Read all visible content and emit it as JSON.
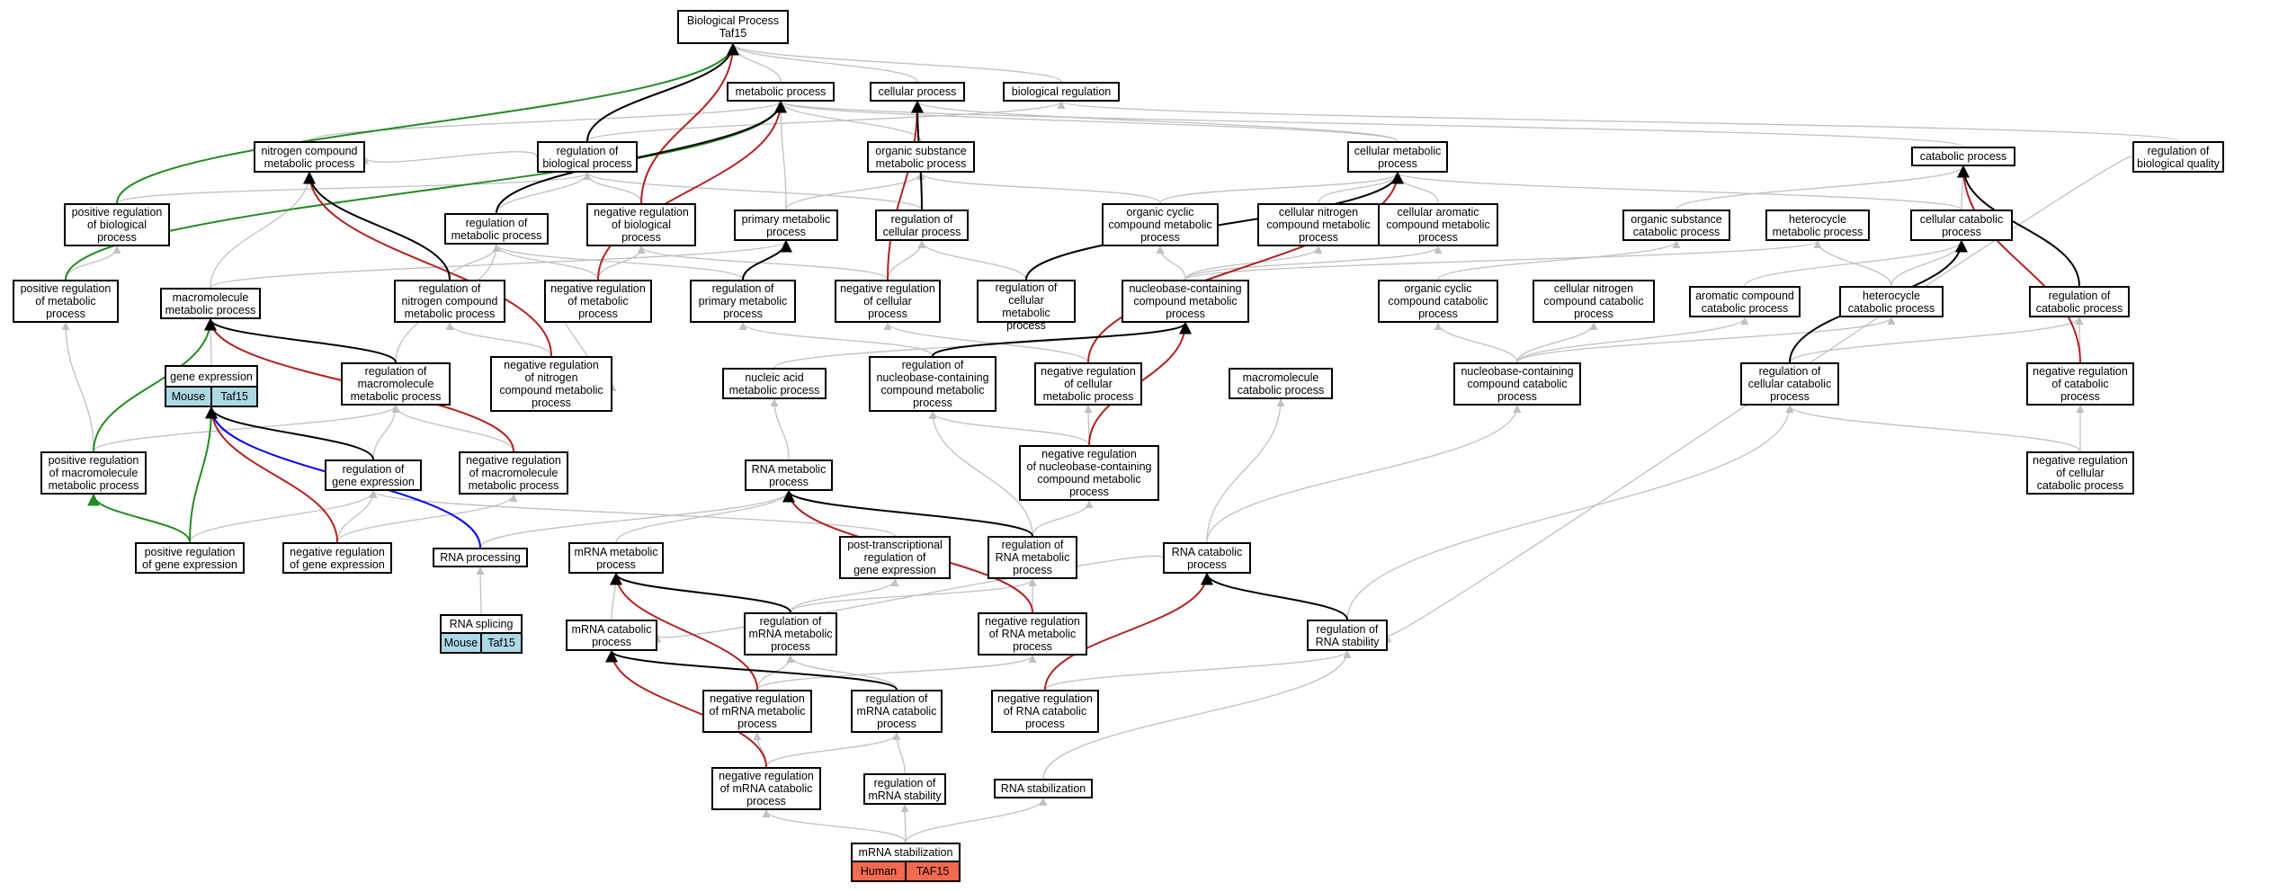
{
  "nodes": {
    "bp": {
      "label": "Biological Process\nTaf15"
    },
    "metab": {
      "label": "metabolic process"
    },
    "cellproc": {
      "label": "cellular process"
    },
    "bioreg": {
      "label": "biological regulation"
    },
    "nitro": {
      "label": "nitrogen compound\nmetabolic process"
    },
    "regbio": {
      "label": "regulation of\nbiological process"
    },
    "orgsub": {
      "label": "organic substance\nmetabolic process"
    },
    "cellmet": {
      "label": "cellular metabolic\nprocess"
    },
    "catab": {
      "label": "catabolic process"
    },
    "regqual": {
      "label": "regulation of\nbiological quality"
    },
    "posbio": {
      "label": "positive regulation\nof biological\nprocess"
    },
    "regmet": {
      "label": "regulation of\nmetabolic process"
    },
    "negbio": {
      "label": "negative regulation\nof biological\nprocess"
    },
    "primmet": {
      "label": "primary metabolic\nprocess"
    },
    "regcell": {
      "label": "regulation of\ncellular process"
    },
    "orgcyc": {
      "label": "organic cyclic\ncompound metabolic\nprocess"
    },
    "cellnit": {
      "label": "cellular nitrogen\ncompound metabolic\nprocess"
    },
    "cellarom": {
      "label": "cellular aromatic\ncompound metabolic\nprocess"
    },
    "orgsubcat": {
      "label": "organic substance\ncatabolic process"
    },
    "hetmet": {
      "label": "heterocycle\nmetabolic process"
    },
    "cellcat": {
      "label": "cellular catabolic\nprocess"
    },
    "posmet": {
      "label": "positive regulation\nof metabolic\nprocess"
    },
    "macromet": {
      "label": "macromolecule\nmetabolic process"
    },
    "regnit": {
      "label": "regulation of\nnitrogen compound\nmetabolic process"
    },
    "negmet": {
      "label": "negative regulation\nof metabolic\nprocess"
    },
    "regprim": {
      "label": "regulation of\nprimary metabolic\nprocess"
    },
    "negcell": {
      "label": "negative regulation\nof cellular\nprocess"
    },
    "regcellmet": {
      "label": "regulation of\ncellular\nmetabolic process"
    },
    "nucmet": {
      "label": "nucleobase-containing\ncompound metabolic\nprocess"
    },
    "orgcyccat": {
      "label": "organic cyclic\ncompound catabolic\nprocess"
    },
    "cellnitcat": {
      "label": "cellular nitrogen\ncompound catabolic\nprocess"
    },
    "aromcat": {
      "label": "aromatic compound\ncatabolic process"
    },
    "hetcat": {
      "label": "heterocycle\ncatabolic process"
    },
    "regcatab": {
      "label": "regulation of\ncatabolic process"
    },
    "geneexp": {
      "label": "gene expression",
      "tags": [
        "Mouse",
        "Taf15"
      ]
    },
    "regmacro": {
      "label": "regulation of\nmacromolecule\nmetabolic process"
    },
    "negnit": {
      "label": "negative regulation\nof nitrogen\ncompound metabolic\nprocess"
    },
    "nucacid": {
      "label": "nucleic acid\nmetabolic process"
    },
    "regnuc": {
      "label": "regulation of\nnucleobase-containing\ncompound metabolic\nprocess"
    },
    "negcellmet": {
      "label": "negative regulation\nof cellular\nmetabolic process"
    },
    "macrocat": {
      "label": "macromolecule\ncatabolic process"
    },
    "nuccat": {
      "label": "nucleobase-containing\ncompound catabolic\nprocess"
    },
    "regcellcat": {
      "label": "regulation of\ncellular catabolic\nprocess"
    },
    "negcatab": {
      "label": "negative regulation\nof catabolic\nprocess"
    },
    "posmacro": {
      "label": "positive regulation\nof macromolecule\nmetabolic process"
    },
    "reggene": {
      "label": "regulation of\ngene expression"
    },
    "negmacro": {
      "label": "negative regulation\nof macromolecule\nmetabolic process"
    },
    "rnamet": {
      "label": "RNA metabolic\nprocess"
    },
    "negnuc": {
      "label": "negative regulation\nof nucleobase-containing\ncompound metabolic\nprocess"
    },
    "negcellcat": {
      "label": "negative regulation\nof cellular\ncatabolic process"
    },
    "posgene": {
      "label": "positive regulation\nof gene expression"
    },
    "neggene": {
      "label": "negative regulation\nof gene expression"
    },
    "rnaproc": {
      "label": "RNA processing"
    },
    "mrnamet": {
      "label": "mRNA metabolic\nprocess"
    },
    "posttx": {
      "label": "post-transcriptional\nregulation of\ngene expression"
    },
    "regrnamet": {
      "label": "regulation of\nRNA metabolic\nprocess"
    },
    "rnacat": {
      "label": "RNA catabolic\nprocess"
    },
    "rnasplice": {
      "label": "RNA splicing",
      "tags": [
        "Mouse",
        "Taf15"
      ]
    },
    "mrnacat": {
      "label": "mRNA catabolic\nprocess"
    },
    "regmrnamet": {
      "label": "regulation of\nmRNA metabolic\nprocess"
    },
    "negrnamet": {
      "label": "negative regulation\nof RNA metabolic\nprocess"
    },
    "regrnastab": {
      "label": "regulation of\nRNA stability"
    },
    "negmrnamet": {
      "label": "negative regulation\nof mRNA metabolic\nprocess"
    },
    "regmrnacat": {
      "label": "regulation of\nmRNA catabolic\nprocess"
    },
    "negrnacat": {
      "label": "negative regulation\nof RNA catabolic\nprocess"
    },
    "negmrnacat": {
      "label": "negative regulation\nof mRNA catabolic\nprocess"
    },
    "regmrnastab": {
      "label": "regulation of\nmRNA stability"
    },
    "rnastab": {
      "label": "RNA stabilization"
    },
    "mrnastab": {
      "label": "mRNA stabilization",
      "tags": [
        "Human",
        "TAF15"
      ]
    }
  },
  "edges": [
    [
      "metab",
      "bp",
      "gray"
    ],
    [
      "cellproc",
      "bp",
      "gray"
    ],
    [
      "bioreg",
      "bp",
      "gray"
    ],
    [
      "regbio",
      "bp",
      "black"
    ],
    [
      "negbio",
      "bp",
      "red"
    ],
    [
      "posbio",
      "bp",
      "green"
    ],
    [
      "nitro",
      "metab",
      "gray"
    ],
    [
      "orgsub",
      "metab",
      "gray"
    ],
    [
      "cellmet",
      "metab",
      "gray"
    ],
    [
      "catab",
      "metab",
      "gray"
    ],
    [
      "primmet",
      "metab",
      "gray"
    ],
    [
      "regmet",
      "metab",
      "black"
    ],
    [
      "negmet",
      "metab",
      "red"
    ],
    [
      "posmet",
      "metab",
      "green"
    ],
    [
      "cellmet",
      "cellproc",
      "gray"
    ],
    [
      "regcell",
      "cellproc",
      "black"
    ],
    [
      "negcell",
      "cellproc",
      "red"
    ],
    [
      "regqual",
      "bioreg",
      "gray"
    ],
    [
      "regbio",
      "bioreg",
      "gray"
    ],
    [
      "regbio",
      "nitro",
      "gray"
    ],
    [
      "regnit",
      "nitro",
      "black"
    ],
    [
      "negnit",
      "nitro",
      "red"
    ],
    [
      "macromet",
      "nitro",
      "gray"
    ],
    [
      "regmet",
      "regbio",
      "gray"
    ],
    [
      "regcell",
      "regbio",
      "gray"
    ],
    [
      "negbio",
      "regbio",
      "gray"
    ],
    [
      "posbio",
      "regbio",
      "gray"
    ],
    [
      "primmet",
      "orgsub",
      "gray"
    ],
    [
      "orgcyc",
      "orgsub",
      "gray"
    ],
    [
      "orgcyc",
      "cellmet",
      "gray"
    ],
    [
      "cellnit",
      "cellmet",
      "gray"
    ],
    [
      "cellarom",
      "cellmet",
      "gray"
    ],
    [
      "cellcat",
      "cellmet",
      "gray"
    ],
    [
      "regcellmet",
      "cellmet",
      "black"
    ],
    [
      "negcellmet",
      "cellmet",
      "red"
    ],
    [
      "orgsubcat",
      "catab",
      "gray"
    ],
    [
      "cellcat",
      "catab",
      "gray"
    ],
    [
      "regcatab",
      "catab",
      "black"
    ],
    [
      "negcatab",
      "catab",
      "red"
    ],
    [
      "posmet",
      "posbio",
      "gray"
    ],
    [
      "posmacro",
      "posmet",
      "gray"
    ],
    [
      "regnit",
      "regmet",
      "gray"
    ],
    [
      "negmet",
      "regmet",
      "gray"
    ],
    [
      "regprim",
      "regmet",
      "gray"
    ],
    [
      "regmacro",
      "regmet",
      "gray"
    ],
    [
      "negmet",
      "negbio",
      "gray"
    ],
    [
      "negcell",
      "negbio",
      "gray"
    ],
    [
      "regprim",
      "primmet",
      "black"
    ],
    [
      "macromet",
      "primmet",
      "gray"
    ],
    [
      "regcellmet",
      "regcell",
      "gray"
    ],
    [
      "negcell",
      "regcell",
      "gray"
    ],
    [
      "nucmet",
      "orgcyc",
      "gray"
    ],
    [
      "nucmet",
      "cellnit",
      "gray"
    ],
    [
      "nucmet",
      "cellarom",
      "gray"
    ],
    [
      "nucmet",
      "hetmet",
      "gray"
    ],
    [
      "orgcyccat",
      "orgsubcat",
      "gray"
    ],
    [
      "hetcat",
      "hetmet",
      "gray"
    ],
    [
      "aromcat",
      "cellcat",
      "gray"
    ],
    [
      "hetcat",
      "cellcat",
      "gray"
    ],
    [
      "regcellcat",
      "cellcat",
      "black"
    ],
    [
      "regcellcat",
      "regcatab",
      "gray"
    ],
    [
      "negcatab",
      "regcatab",
      "gray"
    ],
    [
      "geneexp",
      "macromet",
      "gray"
    ],
    [
      "regmacro",
      "macromet",
      "black"
    ],
    [
      "negmacro",
      "macromet",
      "red"
    ],
    [
      "posmacro",
      "macromet",
      "green"
    ],
    [
      "negnit",
      "regnit",
      "gray"
    ],
    [
      "negmet",
      "negnit",
      "gray"
    ],
    [
      "regnuc",
      "regprim",
      "gray"
    ],
    [
      "negcellmet",
      "negcell",
      "gray"
    ],
    [
      "nucacid",
      "nucmet",
      "gray"
    ],
    [
      "regnuc",
      "nucmet",
      "black"
    ],
    [
      "negnuc",
      "nucmet",
      "red"
    ],
    [
      "nuccat",
      "orgcyccat",
      "gray"
    ],
    [
      "nuccat",
      "cellnitcat",
      "gray"
    ],
    [
      "nuccat",
      "aromcat",
      "gray"
    ],
    [
      "nuccat",
      "hetcat",
      "gray"
    ],
    [
      "reggene",
      "geneexp",
      "black"
    ],
    [
      "neggene",
      "geneexp",
      "red"
    ],
    [
      "posgene",
      "geneexp",
      "green"
    ],
    [
      "rnaproc",
      "geneexp",
      "blue"
    ],
    [
      "reggene",
      "regmacro",
      "gray"
    ],
    [
      "negmacro",
      "regmacro",
      "gray"
    ],
    [
      "posmacro",
      "regmacro",
      "gray"
    ],
    [
      "rnamet",
      "nucacid",
      "gray"
    ],
    [
      "regrnamet",
      "regnuc",
      "gray"
    ],
    [
      "negnuc",
      "regnuc",
      "gray"
    ],
    [
      "negnuc",
      "negcellmet",
      "gray"
    ],
    [
      "rnacat",
      "macrocat",
      "gray"
    ],
    [
      "rnacat",
      "nuccat",
      "gray"
    ],
    [
      "negcellcat",
      "regcellcat",
      "gray"
    ],
    [
      "negcellcat",
      "negcatab",
      "gray"
    ],
    [
      "posgene",
      "reggene",
      "gray"
    ],
    [
      "neggene",
      "reggene",
      "gray"
    ],
    [
      "posttx",
      "reggene",
      "gray"
    ],
    [
      "neggene",
      "negmacro",
      "gray"
    ],
    [
      "rnaproc",
      "rnamet",
      "gray"
    ],
    [
      "mrnamet",
      "rnamet",
      "gray"
    ],
    [
      "regrnamet",
      "rnamet",
      "black"
    ],
    [
      "negrnamet",
      "rnamet",
      "red"
    ],
    [
      "regrnamet",
      "negnuc",
      "gray"
    ],
    [
      "regrnastab",
      "regcellcat",
      "gray"
    ],
    [
      "rnasplice",
      "rnaproc",
      "gray"
    ],
    [
      "mrnacat",
      "mrnamet",
      "gray"
    ],
    [
      "regmrnamet",
      "mrnamet",
      "black"
    ],
    [
      "negmrnamet",
      "mrnamet",
      "red"
    ],
    [
      "regmrnamet",
      "posttx",
      "gray"
    ],
    [
      "regmrnamet",
      "regrnamet",
      "gray"
    ],
    [
      "negrnamet",
      "regrnamet",
      "gray"
    ],
    [
      "regrnastab",
      "rnacat",
      "black"
    ],
    [
      "negrnacat",
      "rnacat",
      "red"
    ],
    [
      "regmrnacat",
      "mrnacat",
      "black"
    ],
    [
      "negmrnacat",
      "mrnacat",
      "red"
    ],
    [
      "negmrnamet",
      "regmrnamet",
      "gray"
    ],
    [
      "regmrnacat",
      "regmrnamet",
      "gray"
    ],
    [
      "negmrnamet",
      "negrnamet",
      "gray"
    ],
    [
      "negrnacat",
      "regrnastab",
      "gray"
    ],
    [
      "regmrnastab",
      "regmrnacat",
      "gray"
    ],
    [
      "rnastab",
      "regrnastab",
      "gray"
    ],
    [
      "negmrnacat",
      "negmrnamet",
      "gray"
    ],
    [
      "negmrnacat",
      "regmrnacat",
      "gray"
    ],
    [
      "mrnastab",
      "negmrnacat",
      "gray"
    ],
    [
      "mrnastab",
      "regmrnastab",
      "gray"
    ],
    [
      "mrnastab",
      "rnastab",
      "gray"
    ],
    [
      "rnacat",
      "mrnacat",
      "gray"
    ],
    [
      "regqual",
      "regrnastab",
      "gray"
    ],
    [
      "posgene",
      "posmacro",
      "green"
    ]
  ],
  "colors": {
    "gray": "#c0c0c0",
    "black": "#000000",
    "red": "#b22222",
    "green": "#228b22",
    "blue": "#0000ff",
    "mouse": "#add8e6",
    "human": "#f26a4f"
  }
}
